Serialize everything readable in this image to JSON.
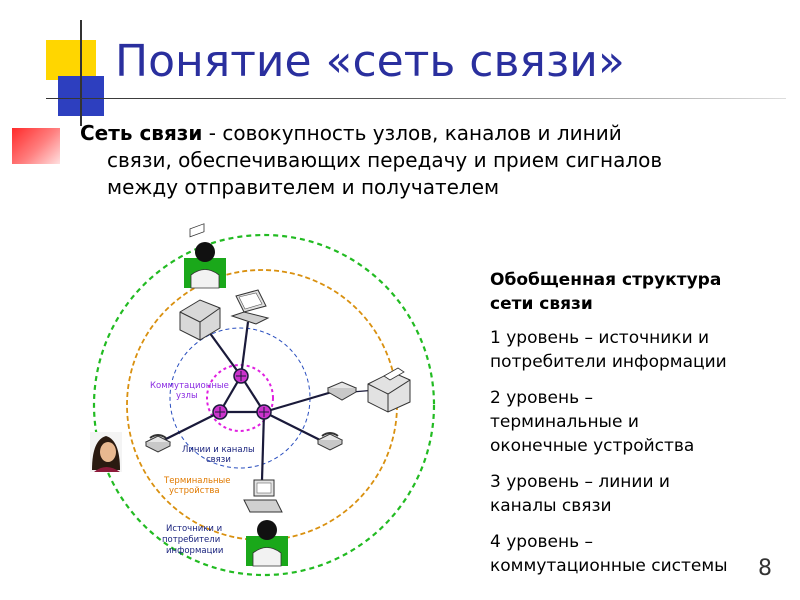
{
  "title": "Понятие «сеть связи»",
  "definition": {
    "term": "Сеть связи",
    "text_line1": " - совокупность узлов, каналов и линий",
    "text_line2": "связи, обеспечивающих передачу и прием сигналов",
    "text_line3": "между отправителем и получателем"
  },
  "structure": {
    "title_line1": "Обобщенная структура",
    "title_line2": "сети связи",
    "levels": [
      {
        "line1": "1 уровень – источники и",
        "line2": "потребители информации"
      },
      {
        "line1": "2 уровень –",
        "line2": "терминальные и",
        "line3": "оконечные устройства"
      },
      {
        "line1": "3 уровень – линии и",
        "line2": "каналы связи"
      },
      {
        "line1": "4 уровень –",
        "line2": "коммутационные системы"
      }
    ]
  },
  "diagram": {
    "labels": {
      "switching_line1": "Коммутационные",
      "switching_line2": "узлы",
      "lines_line1": "Линии и каналы",
      "lines_line2": "связи",
      "terminals_line1": "Терминальные",
      "terminals_line2": "устройства",
      "sources_line1": "Источники и",
      "sources_line2": "потребители",
      "sources_line3": "информации"
    },
    "colors": {
      "outer_ring": "#22bb22",
      "terminal_ring": "#d9900f",
      "lines_ring": "#2a4fbf",
      "switching_ring": "#e020e0",
      "node_fill": "#cc33cc",
      "person_fill": "#1aa81a",
      "switching_label": "#8a2be2",
      "lines_label": "#1a237e",
      "terminals_label": "#e07a00",
      "sources_label": "#1a237e"
    }
  },
  "page_number": "8"
}
